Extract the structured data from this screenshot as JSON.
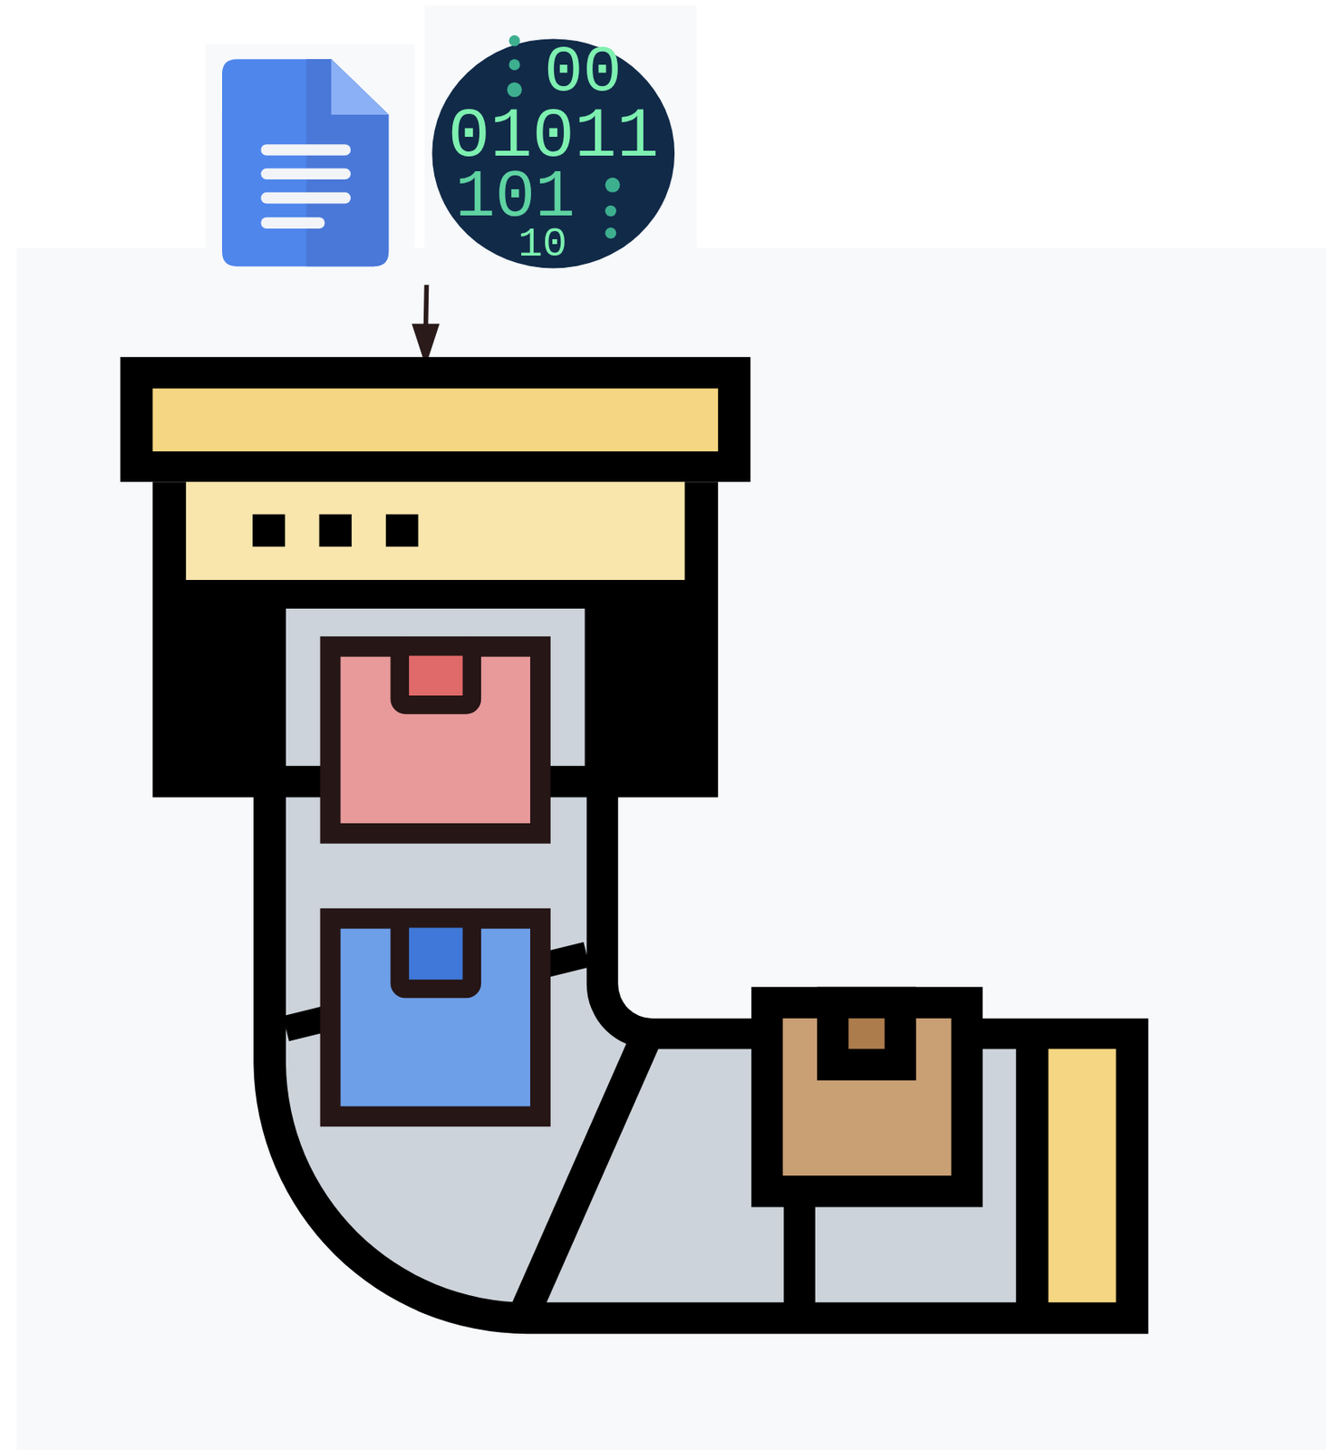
{
  "diagram": {
    "labels": [
      "00",
      "01011",
      "101",
      "10"
    ]
  }
}
